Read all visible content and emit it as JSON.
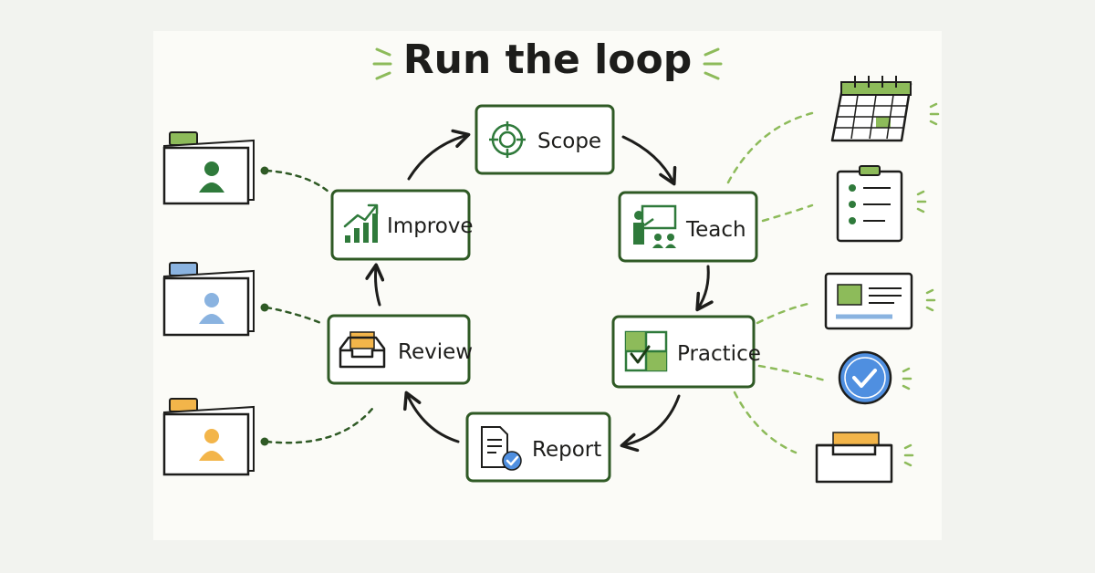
{
  "title": "Run the loop",
  "steps": {
    "scope": "Scope",
    "teach": "Teach",
    "practice": "Practice",
    "report": "Report",
    "review": "Review",
    "improve": "Improve"
  },
  "left_folders": [
    {
      "icon": "folder-user-icon",
      "tab_color": "#8dbb5a",
      "person_color": "#2f7a3b"
    },
    {
      "icon": "folder-user-icon",
      "tab_color": "#8ab3e0",
      "person_color": "#8ab3e0"
    },
    {
      "icon": "folder-user-icon",
      "tab_color": "#f3b54a",
      "person_color": "#f3b54a"
    }
  ],
  "right_icons": [
    "calendar-icon",
    "clipboard-checklist-icon",
    "id-card-icon",
    "checkmark-badge-icon",
    "inbox-tray-icon"
  ],
  "colors": {
    "dark_green": "#2f5a25",
    "icon_green": "#2f7a3b",
    "light_green": "#8dbb5a",
    "blue": "#4f8fe0",
    "light_blue": "#8ab3e0",
    "orange": "#f3b54a",
    "canvas": "#fbfbf7",
    "background": "#f2f3ef"
  }
}
